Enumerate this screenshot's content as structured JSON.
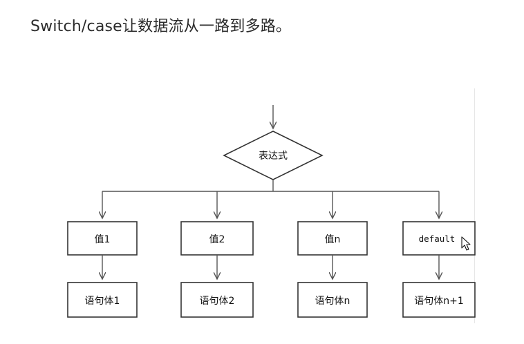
{
  "heading": "Switch/case让数据流从一路到多路。",
  "diagram": {
    "condition": "表达式",
    "cases": [
      {
        "value": "值1",
        "body": "语句体1"
      },
      {
        "value": "值2",
        "body": "语句体2"
      },
      {
        "value": "值n",
        "body": "语句体n"
      },
      {
        "value": "default",
        "body": "语句体n+1"
      }
    ]
  },
  "colors": {
    "heading_text": "#2b2b2b",
    "stroke": "#333333"
  },
  "icons": {
    "cursor": "mouse-pointer-icon"
  }
}
